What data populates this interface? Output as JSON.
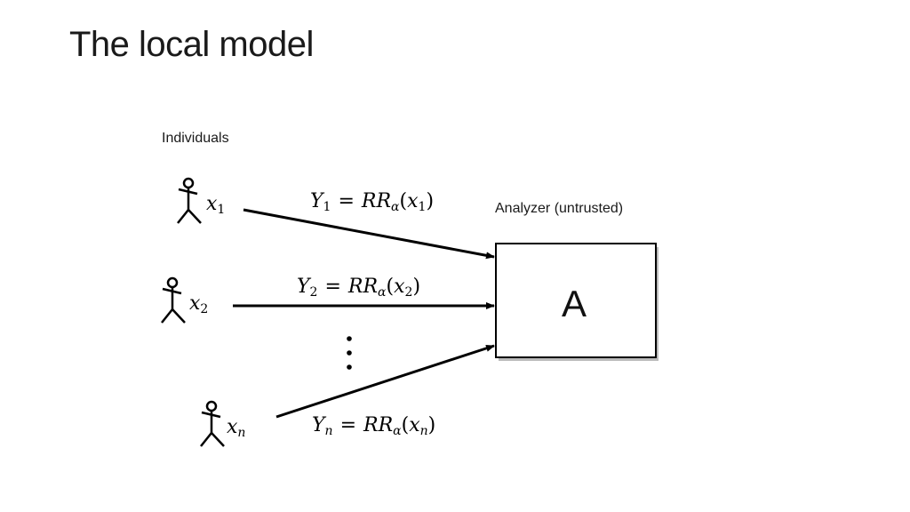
{
  "slide": {
    "title": "The local model",
    "individuals_label": "Individuals",
    "analyzer_label": "Analyzer (untrusted)",
    "analyzer_letter": "A",
    "rows": [
      {
        "var": "x",
        "sub": "1",
        "y_var": "Y",
        "y_sub": "1",
        "mech": "RR",
        "mech_sub": "α",
        "arg": "x",
        "arg_sub": "1"
      },
      {
        "var": "x",
        "sub": "2",
        "y_var": "Y",
        "y_sub": "2",
        "mech": "RR",
        "mech_sub": "α",
        "arg": "x",
        "arg_sub": "2"
      },
      {
        "var": "x",
        "sub": "n",
        "y_var": "Y",
        "y_sub": "n",
        "mech": "RR",
        "mech_sub": "α",
        "arg": "x",
        "arg_sub": "n"
      }
    ],
    "equals": "=",
    "open_paren": "(",
    "close_paren": ")",
    "colors": {
      "ink": "#000000",
      "box_shadow": "#bbbbbb"
    }
  }
}
